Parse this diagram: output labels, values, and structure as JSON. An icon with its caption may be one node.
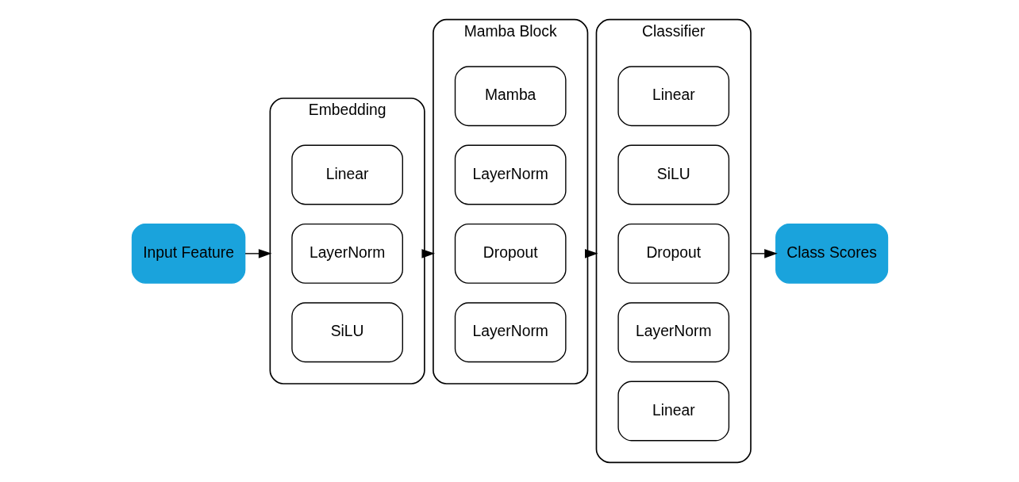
{
  "diagram": {
    "nodes": [
      {
        "text": [
          "Input Feature"
        ]
      },
      {
        "text": [
          "Embedding"
        ]
      },
      {
        "text": [
          "Linear"
        ],
        "in": 1
      },
      {
        "text": [
          "LayerNorm"
        ],
        "in": 1
      },
      {
        "text": [
          "SiLU"
        ],
        "in": 1
      },
      {
        "text": [
          "Mamba Block"
        ]
      },
      {
        "text": [
          "Mamba"
        ],
        "in": 5
      },
      {
        "text": [
          "LayerNorm"
        ],
        "in": 5
      },
      {
        "text": [
          "Dropout"
        ],
        "in": 5
      },
      {
        "text": [
          "LayerNorm"
        ],
        "in": 5
      },
      {
        "text": [
          "Classifier"
        ]
      },
      {
        "text": [
          "Linear"
        ],
        "in": 10
      },
      {
        "text": [
          "SiLU"
        ],
        "in": 10
      },
      {
        "text": [
          "Dropout"
        ],
        "in": 10
      },
      {
        "text": [
          "LayerNorm"
        ],
        "in": 10
      },
      {
        "text": [
          "Linear"
        ],
        "in": 10
      },
      {
        "text": [
          "Class Scores"
        ]
      }
    ],
    "edges": [
      {
        "from": 0,
        "to": 1,
        "arrow": "to"
      },
      {
        "from": 1,
        "to": 5,
        "arrow": "to"
      },
      {
        "from": 5,
        "to": 10,
        "arrow": "to"
      },
      {
        "from": 10,
        "to": 16,
        "arrow": "to"
      }
    ]
  }
}
